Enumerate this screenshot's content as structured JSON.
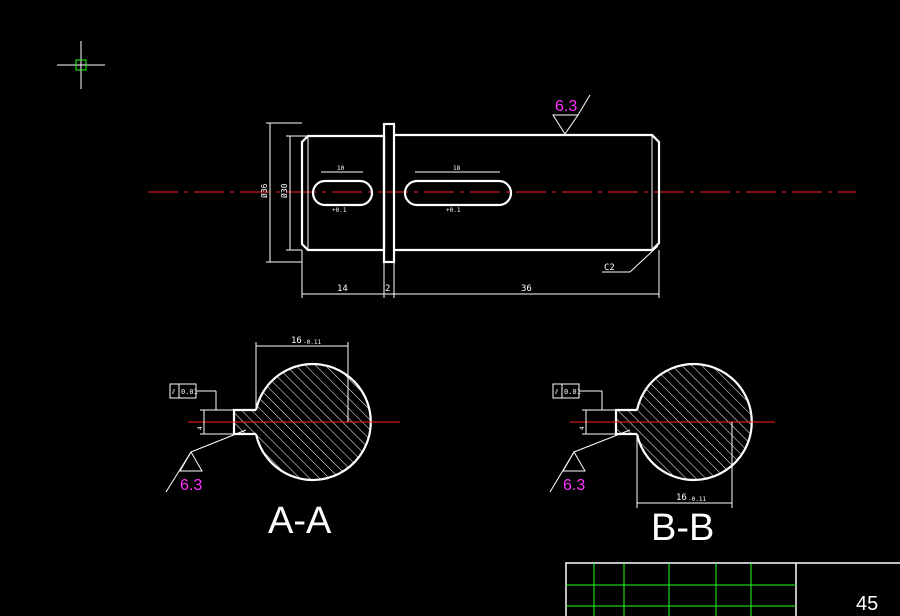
{
  "drawing": {
    "dimensions": {
      "diameter_a": "Ø36",
      "diameter_b": "Ø30",
      "slot_left_len": "10",
      "slot_right_len": "18",
      "len_left": "14",
      "len_collar": "2",
      "len_right": "36",
      "chamfer": "C2",
      "slot_depth_left": "4",
      "slot_depth_right": "4"
    },
    "roughness_top": "6.3",
    "section_a": {
      "label": "A-A",
      "width_dim": "16",
      "width_tol": "-0.11",
      "tolerance_box": "0.01",
      "roughness": "6.3"
    },
    "section_b": {
      "label": "B-B",
      "width_dim": "16",
      "width_tol": "-0.11",
      "tolerance_box": "0.01",
      "roughness": "6.3"
    },
    "title_block": {
      "material": "45"
    },
    "colors": {
      "background": "#000000",
      "outline": "#ffffff",
      "centerline": "#ff2020",
      "roughness_text": "#ff33ff",
      "title_grid": "#22ff22"
    }
  }
}
